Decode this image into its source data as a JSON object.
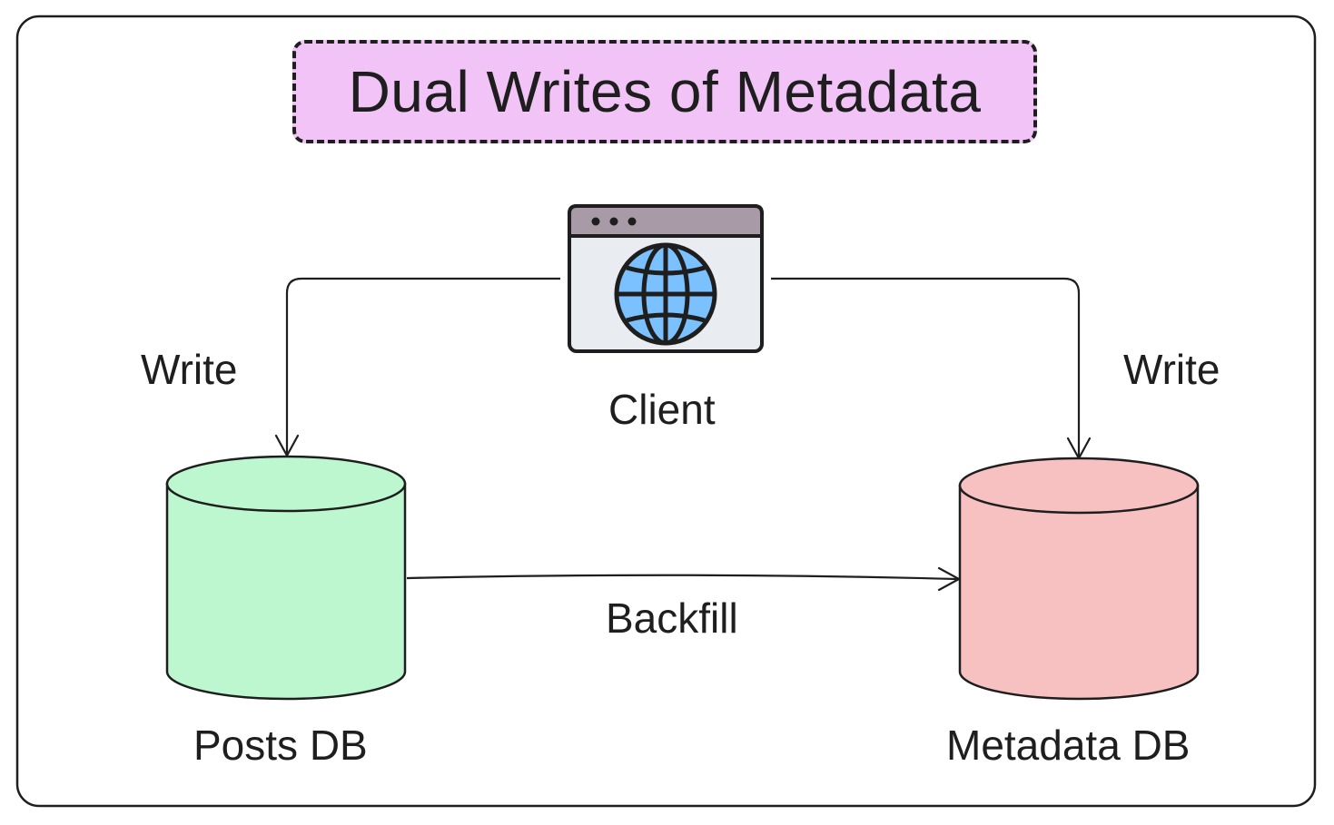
{
  "title": "Dual Writes of Metadata",
  "nodes": {
    "client": {
      "label": "Client",
      "icon": "browser-globe-icon"
    },
    "posts_db": {
      "label": "Posts DB",
      "fill": "#bdf7cf",
      "icon": "database-cylinder-icon"
    },
    "metadata_db": {
      "label": "Metadata DB",
      "fill": "#f7c0c1",
      "icon": "database-cylinder-icon"
    }
  },
  "edges": {
    "client_to_posts": {
      "label": "Write"
    },
    "client_to_metadata": {
      "label": "Write"
    },
    "posts_to_metadata": {
      "label": "Backfill"
    }
  },
  "colors": {
    "title_fill": "#f2c3f6",
    "stroke": "#1e1e1e",
    "globe": "#7cc1ff",
    "browser_bar": "#a89aa6",
    "browser_body": "#e9edf1"
  }
}
